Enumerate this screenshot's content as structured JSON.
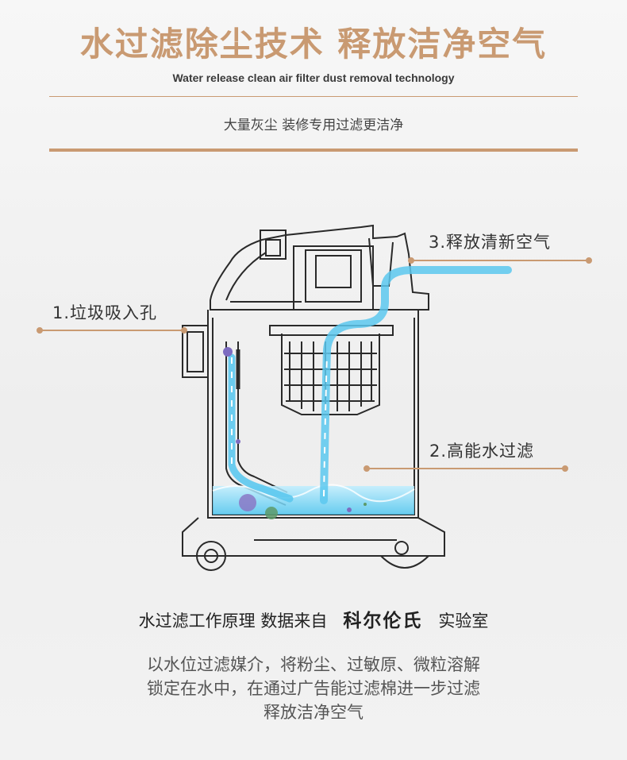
{
  "header": {
    "title": "水过滤除尘技术 释放洁净空气",
    "subtitle_en": "Water release clean air filter dust removal technology",
    "tagline": "大量灰尘  装修专用过滤更洁净"
  },
  "diagram": {
    "callouts": [
      "1.垃圾吸入孔",
      "2.高能水过滤",
      "3.释放清新空气"
    ]
  },
  "footer": {
    "heading_prefix": "水过滤工作原理 数据来自",
    "brand": "科尔伦氏",
    "heading_suffix": "实验室",
    "desc_lines": [
      "以水位过滤媒介，将粉尘、过敏原、微粒溶解",
      "锁定在水中，在通过广告能过滤棉进一步过滤",
      "释放洁净空气"
    ]
  },
  "colors": {
    "accent": "#c99a72",
    "water": "#5cc8ee",
    "line_art": "#2a2a2a"
  }
}
